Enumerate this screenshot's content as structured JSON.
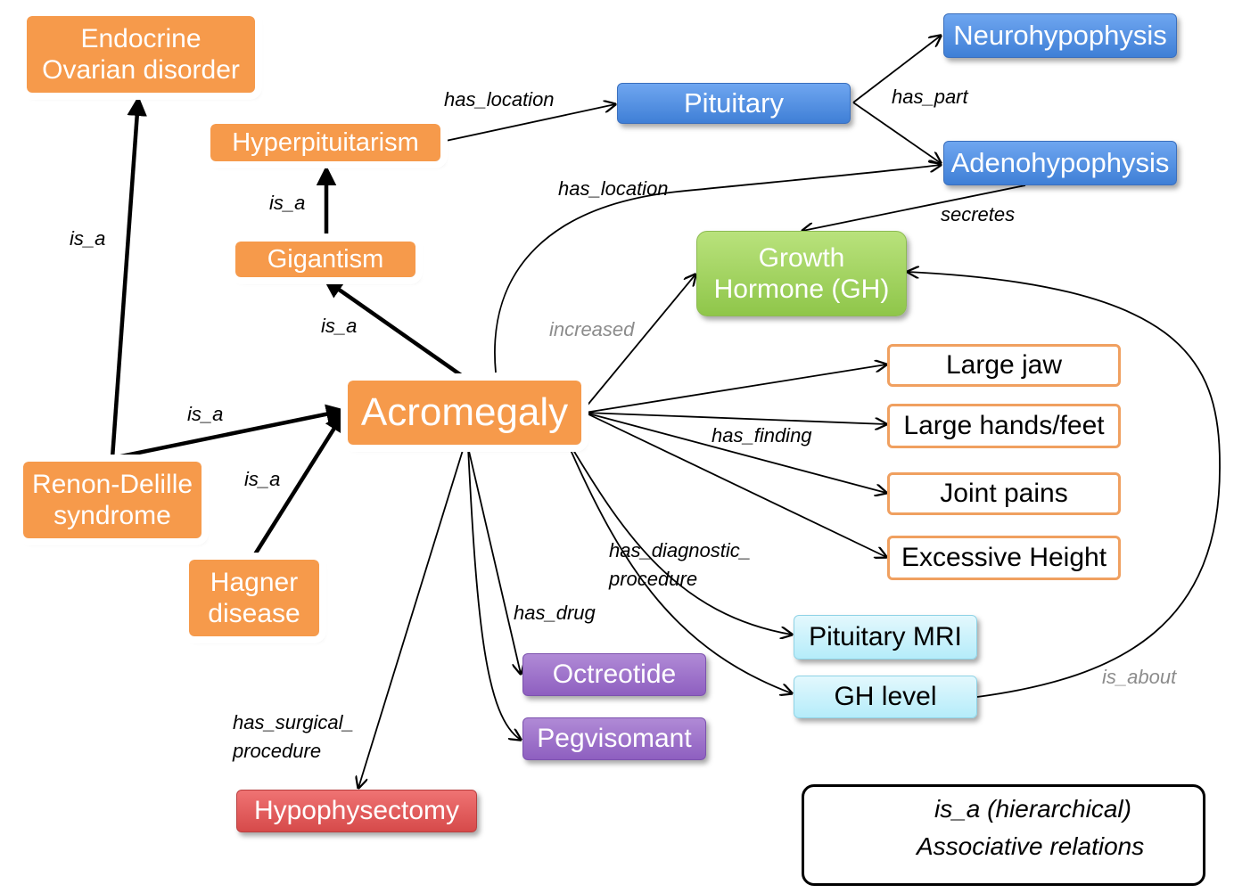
{
  "nodes": {
    "endocrine": "Endocrine\nOvarian disorder",
    "hyperpituitarism": "Hyperpituitarism",
    "gigantism": "Gigantism",
    "acromegaly": "Acromegaly",
    "renon": "Renon-Delille\nsyndrome",
    "hagner": "Hagner\ndisease",
    "pituitary": "Pituitary",
    "neurohypophysis": "Neurohypophysis",
    "adenohypophysis": "Adenohypophysis",
    "growth_hormone": "Growth\nHormone (GH)",
    "large_jaw": "Large jaw",
    "large_hands": "Large hands/feet",
    "joint_pains": "Joint pains",
    "excessive_height": "Excessive Height",
    "pituitary_mri": "Pituitary MRI",
    "gh_level": "GH level",
    "octreotide": "Octreotide",
    "pegvisomant": "Pegvisomant",
    "hypophysectomy": "Hypophysectomy"
  },
  "edge_labels": {
    "is_a_renon_endocrine": "is_a",
    "is_a_hyper": "is_a",
    "is_a_gigantism": "is_a",
    "is_a_renon_acro": "is_a",
    "is_a_hagner": "is_a",
    "has_location_pituitary": "has_location",
    "has_location_adeno": "has_location",
    "has_part": "has_part",
    "secretes": "secretes",
    "increased": "increased",
    "has_finding": "has_finding",
    "has_diagnostic_procedure": "has_diagnostic_\nprocedure",
    "has_drug": "has_drug",
    "has_surgical_procedure": "has_surgical_\nprocedure",
    "is_about": "is_about"
  },
  "legend": {
    "hierarchical": "is_a (hierarchical)",
    "associative": "Associative relations"
  },
  "colors": {
    "disease": "#f69a4b",
    "anatomy": "#4a88e0",
    "hormone": "#9fd25c",
    "drug": "#9b6fcc",
    "surgery": "#e05a5a",
    "procedure": "#c8f0fb",
    "finding_border": "#f0a060"
  }
}
